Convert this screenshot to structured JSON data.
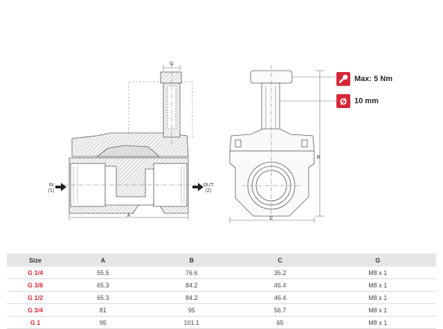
{
  "specs": {
    "torque": "Max: 5 Nm",
    "diameter": "10 mm",
    "colors": {
      "accent": "#d72638"
    }
  },
  "labels": {
    "in_top": "IN",
    "in_bottom": "(1)",
    "out_top": "OUT",
    "out_bottom": "(2)",
    "dim_a": "A",
    "dim_b": "B",
    "dim_c": "C",
    "dim_g": "G"
  },
  "table": {
    "headers": [
      "Size",
      "A",
      "B",
      "C",
      "G"
    ],
    "rows": [
      [
        "G 1/4",
        "55.5",
        "76.6",
        "35.2",
        "M8 x 1"
      ],
      [
        "G 3/8",
        "65.3",
        "84.2",
        "46.4",
        "M8 x 1"
      ],
      [
        "G 1/2",
        "65.3",
        "84.2",
        "46.4",
        "M8 x 1"
      ],
      [
        "G 3/4",
        "81",
        "95",
        "56.7",
        "M8 x 1"
      ],
      [
        "G 1",
        "95",
        "101.1",
        "65",
        "M8 x 1"
      ]
    ]
  }
}
